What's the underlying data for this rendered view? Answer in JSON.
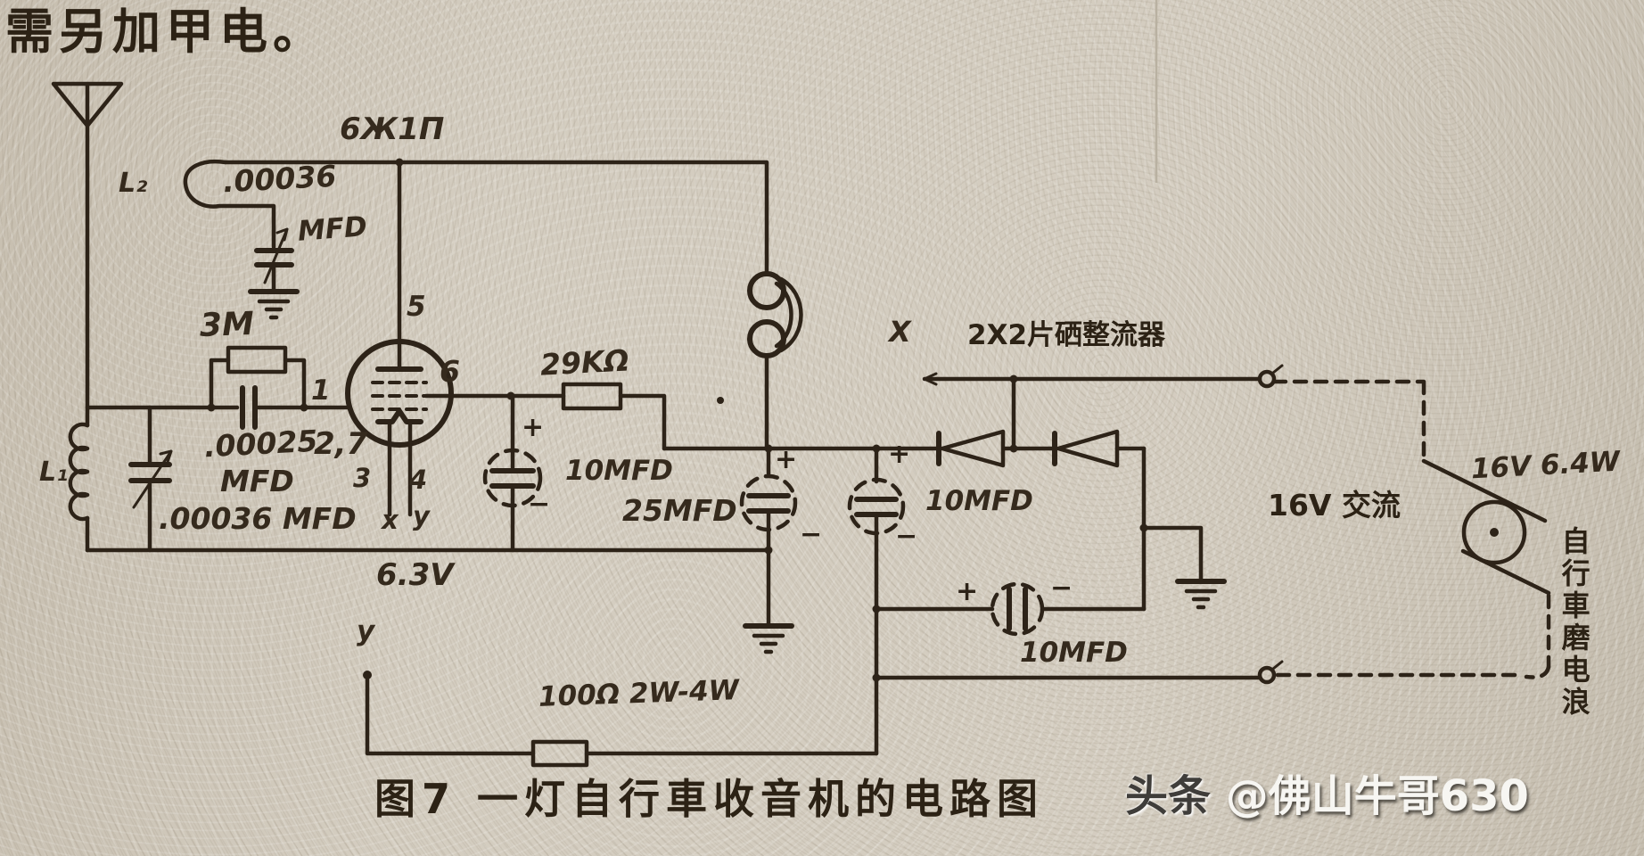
{
  "note": "需另加甲电。",
  "tube": {
    "model": "6Ж1Π",
    "pin1": "1",
    "pin5": "5",
    "pin6": "6",
    "pin3": "3",
    "pin4": "4",
    "pin27": "2,7",
    "fil_x": "x",
    "fil_y": "y",
    "fil_v": "6.3V"
  },
  "coils": {
    "l1": "L₁",
    "l2": "L₂"
  },
  "caps": {
    "ant_trimmer_value": ".00036",
    "ant_trimmer_unit": "MFD",
    "coupling_value": ".00025",
    "coupling_unit": "MFD",
    "tuning": ".00036  MFD",
    "c10_decoupling": "10MFD",
    "c25_cathode": "25MFD",
    "c10_filter": "10MFD",
    "c10_coupling": "10MFD",
    "plus": "+",
    "minus": "−"
  },
  "resistors": {
    "grid": "3M",
    "plate": "29KΩ",
    "dropper": "100Ω 2W-4W"
  },
  "rectifier": {
    "x_mark": "X",
    "label": "2X2片硒整流器"
  },
  "power": {
    "ac": "16V 交流",
    "bulb": "16V 6.4W",
    "dynamo": "自行車磨电浪",
    "y_mark": "y"
  },
  "caption": "图7 一灯自行車收音机的电路图",
  "watermark": {
    "part1": "头条",
    "part2": "@佛山牛哥630"
  },
  "colors": {
    "ink": "#2d2318",
    "paper": "#d3ccbf"
  }
}
